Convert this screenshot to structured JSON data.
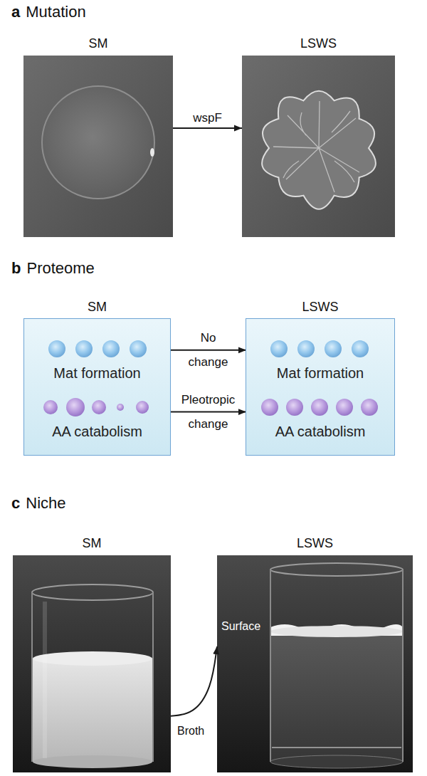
{
  "diagram": {
    "nodes": [
      {
        "text": [
          "SM"
        ]
      },
      {
        "text": [
          "LSWS"
        ]
      },
      {
        "text": [
          "SM"
        ]
      },
      {
        "text": [
          "Mat formation"
        ],
        "in": 2
      },
      {
        "text": [
          "AA catabolism"
        ],
        "in": 2
      },
      {
        "text": [
          "LSWS"
        ]
      },
      {
        "text": [
          "Mat formation"
        ],
        "in": 5
      },
      {
        "text": [
          "AA catabolism"
        ],
        "in": 5
      },
      {
        "text": [
          "SM"
        ]
      },
      {
        "text": [
          "LSWS"
        ]
      }
    ],
    "edges": [
      {
        "from": 0,
        "to": 1,
        "arrow": "to",
        "label": "wspF"
      },
      {
        "from": 3,
        "to": 6,
        "arrow": "to",
        "label": "No change"
      },
      {
        "from": 4,
        "to": 7,
        "arrow": "to",
        "label": "Pleotropic change"
      },
      {
        "from": 8,
        "to": 9,
        "arrow": "to"
      }
    ],
    "labels": [
      "a",
      "Mutation",
      "b",
      "Proteome",
      "c",
      "Niche",
      "Surface",
      "Broth"
    ]
  }
}
